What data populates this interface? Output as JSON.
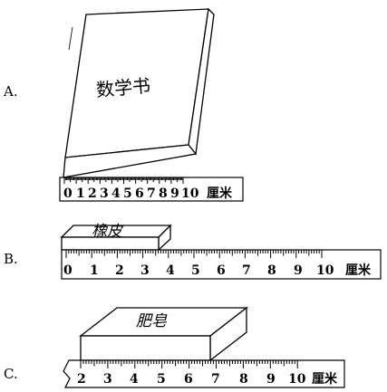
{
  "options": [
    {
      "letter": "A.",
      "object_label": "数学书",
      "ticks": [
        "0",
        "1",
        "2",
        "3",
        "4",
        "5",
        "6",
        "7",
        "8",
        "9",
        "10"
      ],
      "unit": "厘米"
    },
    {
      "letter": "B.",
      "object_label": "橡皮",
      "ticks": [
        "0",
        "1",
        "2",
        "3",
        "4",
        "5",
        "6",
        "7",
        "8",
        "9",
        "10"
      ],
      "unit": "厘米"
    },
    {
      "letter": "C.",
      "object_label": "肥皂",
      "ticks": [
        "2",
        "3",
        "4",
        "5",
        "6",
        "7",
        "8",
        "9",
        "10"
      ],
      "unit": "厘米"
    }
  ]
}
